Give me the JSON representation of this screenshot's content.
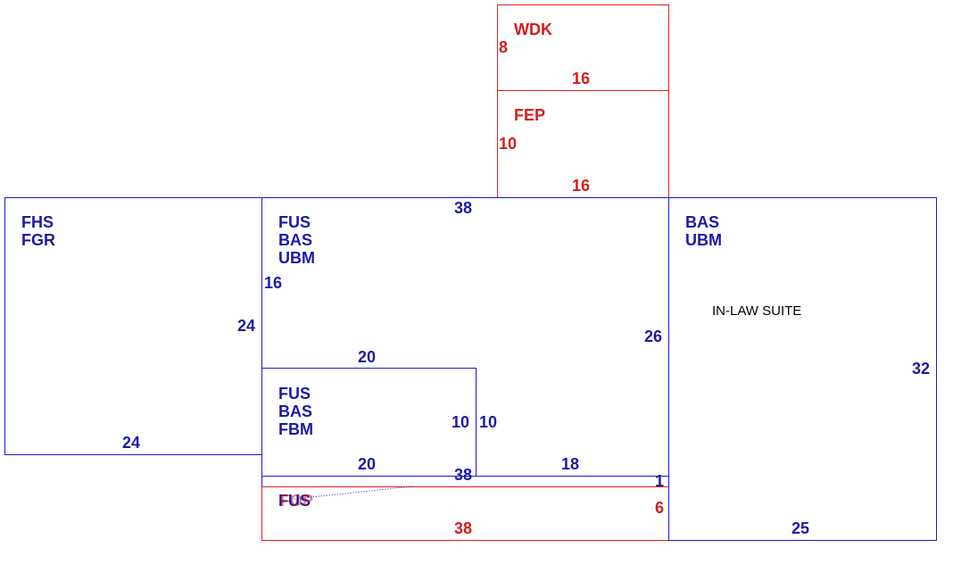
{
  "colors": {
    "blue": "#1a1adc",
    "red": "#e02020"
  },
  "areas": {
    "wdk": {
      "codes": [
        "WDK"
      ],
      "dims": [
        "8",
        "16"
      ]
    },
    "fep": {
      "codes": [
        "FEP"
      ],
      "dims": [
        "10",
        "16"
      ]
    },
    "garage": {
      "codes": [
        "FHS",
        "FGR"
      ],
      "dims": [
        "24",
        "24"
      ]
    },
    "main": {
      "codes": [
        "FUS",
        "BAS",
        "UBM"
      ],
      "dims": [
        "38",
        "16",
        "26",
        "20",
        "18"
      ]
    },
    "basement_fin": {
      "codes": [
        "FUS",
        "BAS",
        "FBM"
      ],
      "dims": [
        "10",
        "10",
        "20"
      ]
    },
    "strip": {
      "dims": [
        "38",
        "1"
      ]
    },
    "porch": {
      "codes": [
        "FUS"
      ],
      "overlap_code": "FOP",
      "dims": [
        "6",
        "38"
      ]
    },
    "inlaw": {
      "codes": [
        "BAS",
        "UBM"
      ],
      "note": "IN-LAW SUITE",
      "dims": [
        "32",
        "25"
      ]
    }
  }
}
